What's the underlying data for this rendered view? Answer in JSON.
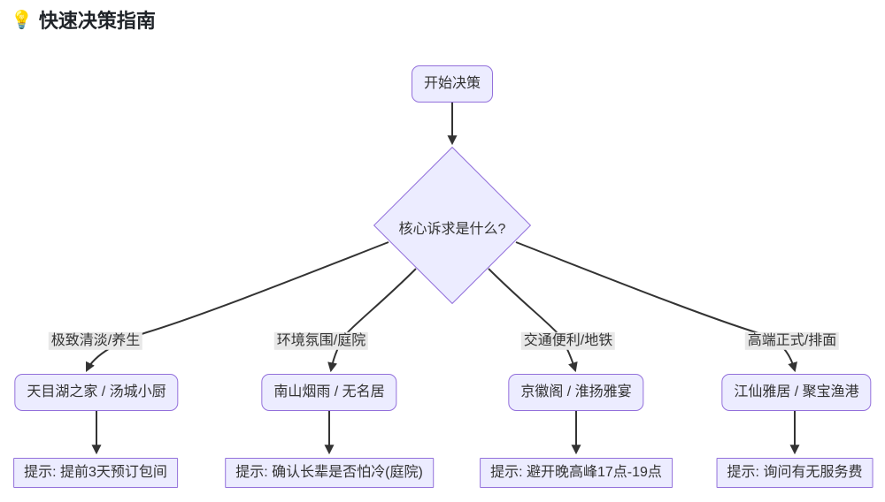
{
  "title": {
    "icon": "💡",
    "text": "快速决策指南"
  },
  "flowchart": {
    "start": "开始决策",
    "decision": "核心诉求是什么?",
    "branches": [
      {
        "condition": "极致清淡/养生",
        "restaurants": "天目湖之家 / 汤城小厨",
        "tip": "提示: 提前3天预订包间"
      },
      {
        "condition": "环境氛围/庭院",
        "restaurants": "南山烟雨 / 无名居",
        "tip": "提示: 确认长辈是否怕冷(庭院)"
      },
      {
        "condition": "交通便利/地铁",
        "restaurants": "京徽阁 / 淮扬雅宴",
        "tip": "提示: 避开晚高峰17点-19点"
      },
      {
        "condition": "高端正式/排面",
        "restaurants": "江仙雅居 / 聚宝渔港",
        "tip": "提示: 询问有无服务费"
      }
    ]
  },
  "colors": {
    "node_fill": "#ECECFF",
    "node_border": "#9370DB",
    "edge_color": "#333333",
    "label_bg": "#e8e8e8",
    "text_color": "#333333"
  }
}
